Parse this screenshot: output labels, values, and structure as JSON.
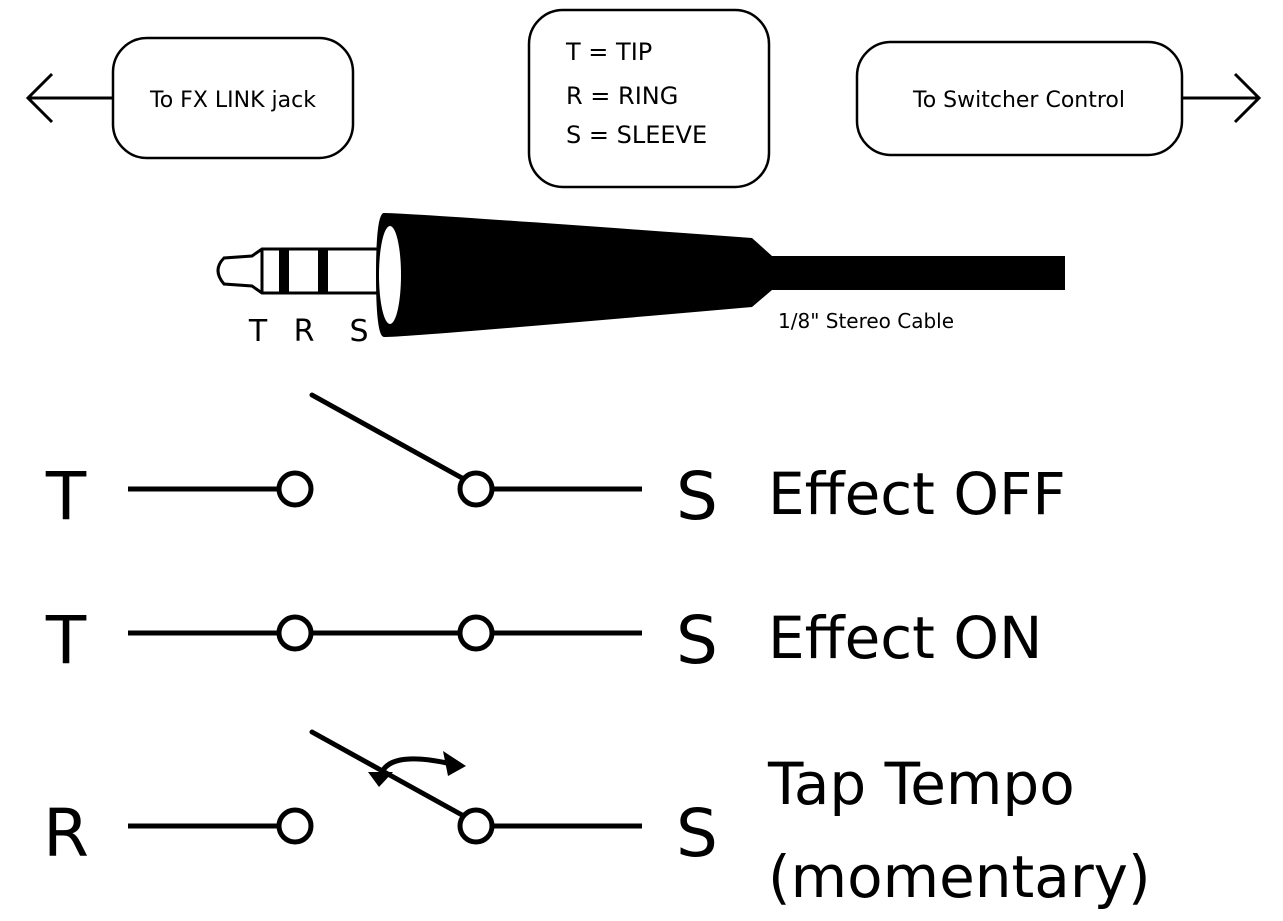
{
  "boxes": {
    "fx_link": "To FX LINK jack",
    "switcher": "To Switcher Control",
    "legend_line1": "T = TIP",
    "legend_line2": "R = RING",
    "legend_line3": "S = SLEEVE"
  },
  "plug": {
    "label_t": "T",
    "label_r": "R",
    "label_s": "S",
    "cable_caption": "1/8\" Stereo Cable"
  },
  "rows": [
    {
      "left": "T",
      "right": "S",
      "state": "Effect OFF"
    },
    {
      "left": "T",
      "right": "S",
      "state": "Effect ON"
    },
    {
      "left": "R",
      "right": "S",
      "state_line1": "Tap Tempo",
      "state_line2": "(momentary)"
    }
  ]
}
